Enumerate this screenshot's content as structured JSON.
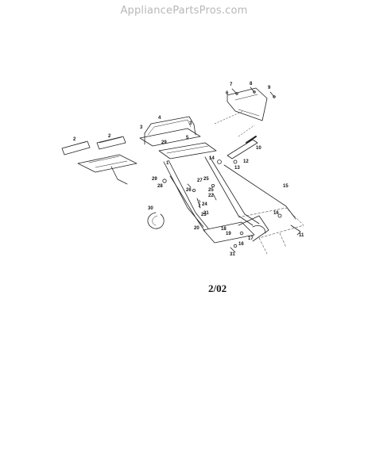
{
  "watermark": "AppliancePartsPros.com",
  "revision": "2/02",
  "callouts": [
    "1",
    "2",
    "2",
    "3",
    "3",
    "4",
    "5",
    "6",
    "7",
    "8",
    "9",
    "10",
    "11",
    "12",
    "13",
    "14",
    "15",
    "16",
    "16",
    "17",
    "18",
    "19",
    "20",
    "21",
    "22",
    "23",
    "24",
    "25",
    "25",
    "26",
    "27",
    "28",
    "29",
    "29",
    "30",
    "31"
  ]
}
